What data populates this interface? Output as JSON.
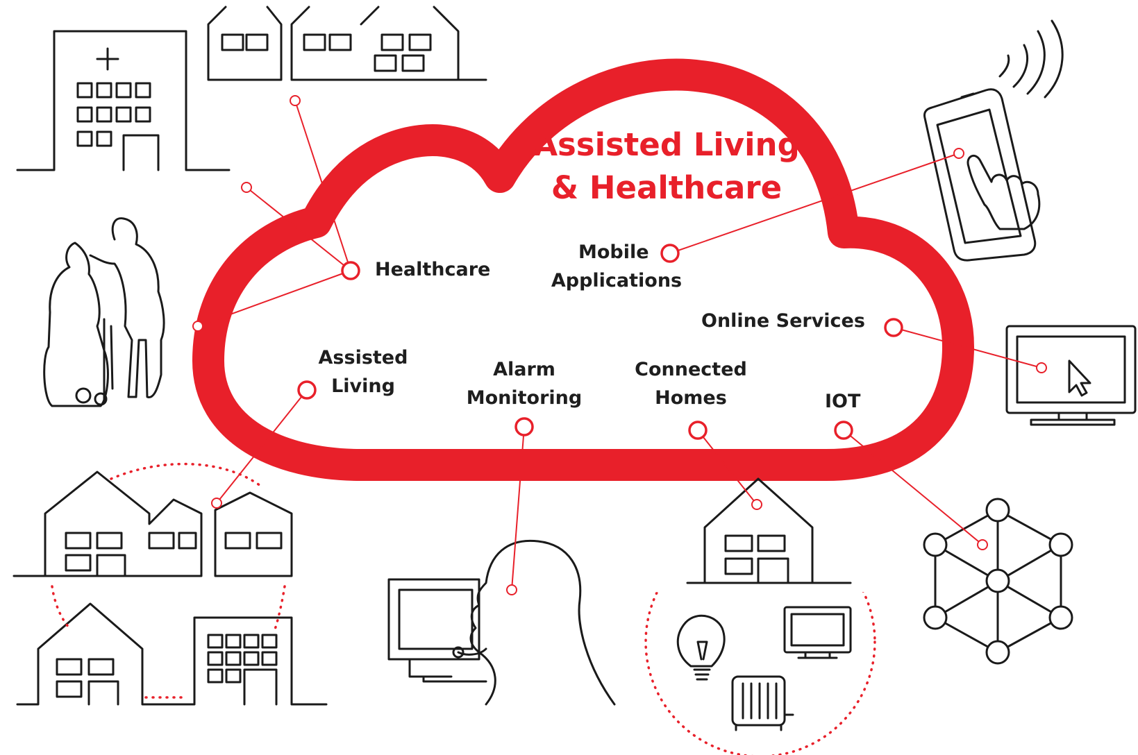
{
  "title": {
    "line1": "Assisted Living",
    "line2": "& Healthcare"
  },
  "labels": {
    "healthcare": "Healthcare",
    "mobile": {
      "line1": "Mobile",
      "line2": "Applications"
    },
    "online": "Online Services",
    "assisted": {
      "line1": "Assisted",
      "line2": "Living"
    },
    "alarm": {
      "line1": "Alarm",
      "line2": "Monitoring"
    },
    "connected": {
      "line1": "Connected",
      "line2": "Homes"
    },
    "iot": "IOT"
  },
  "icons": [
    "hospital-icon",
    "terraced-houses-icon",
    "carer-wheelchair-icon",
    "community-houses-icon",
    "operator-headset-icon",
    "smart-home-icon",
    "bulb-icon",
    "tv-icon",
    "radiator-icon",
    "network-icon",
    "monitor-cursor-icon",
    "smartphone-touch-icon",
    "wifi-signal-icon"
  ],
  "colors": {
    "accent": "#e8202a",
    "outline": "#1a1a1a",
    "text": "#1e1e1e"
  }
}
